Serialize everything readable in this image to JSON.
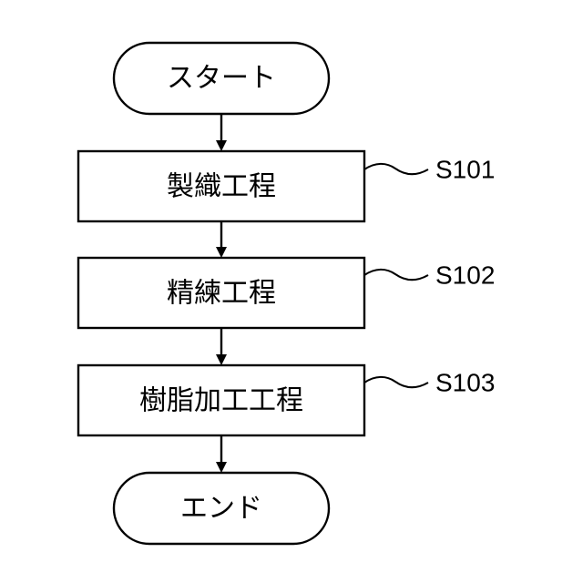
{
  "flowchart": {
    "start": {
      "label": "スタート"
    },
    "steps": [
      {
        "label": "製織工程",
        "code": "S101"
      },
      {
        "label": "精練工程",
        "code": "S102"
      },
      {
        "label": "樹脂加工工程",
        "code": "S103"
      }
    ],
    "end": {
      "label": "エンド"
    }
  }
}
